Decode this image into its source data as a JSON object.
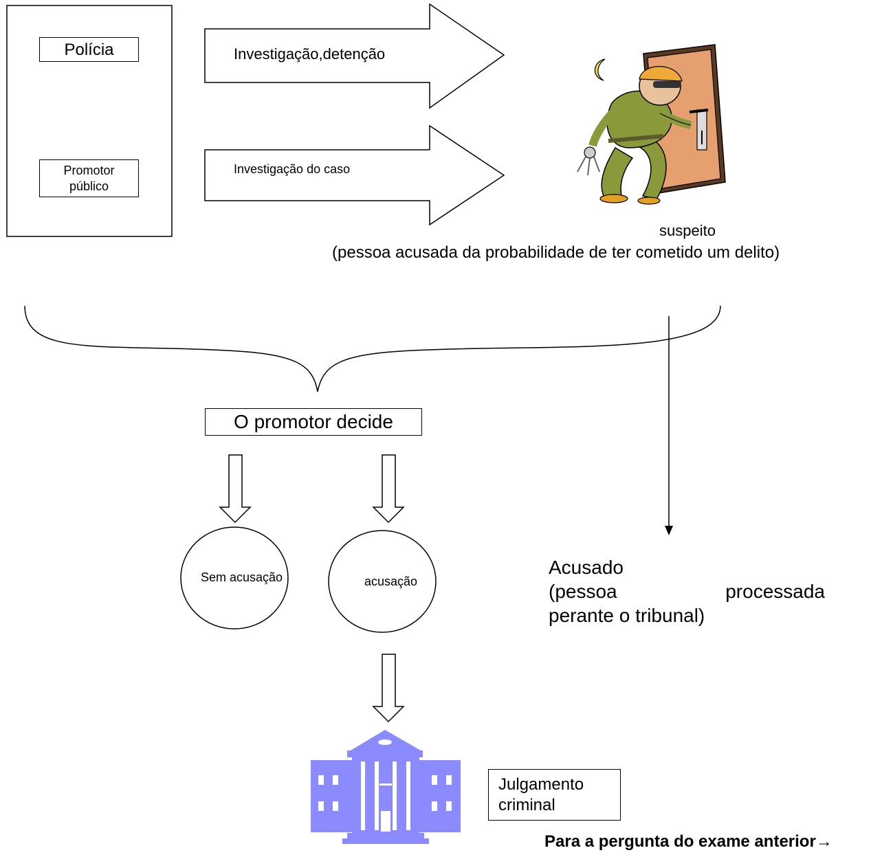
{
  "authorities": {
    "police": "Polícia",
    "prosecutor": [
      "Promotor",
      "público"
    ]
  },
  "arrows": {
    "top": "Investigação,detenção",
    "bottom": "Investigação do caso"
  },
  "suspect": {
    "label": "suspeito",
    "description": "(pessoa acusada da probabilidade de ter cometido um delito)"
  },
  "decision": {
    "label": "O promotor decide",
    "options": [
      "Sem acusação",
      "acusação"
    ]
  },
  "accused": {
    "title": "Acusado",
    "line1_left": "(pessoa",
    "line1_right": "processada",
    "line2": "perante o tribunal)"
  },
  "trial": {
    "label": [
      "Julgamento",
      "criminal"
    ]
  },
  "footer": {
    "note": "Para a pergunta do exame anterior→"
  },
  "colors": {
    "courthouse": "#8b8bff",
    "door": "#e6a070",
    "thief_body": "#8a9a3a"
  }
}
